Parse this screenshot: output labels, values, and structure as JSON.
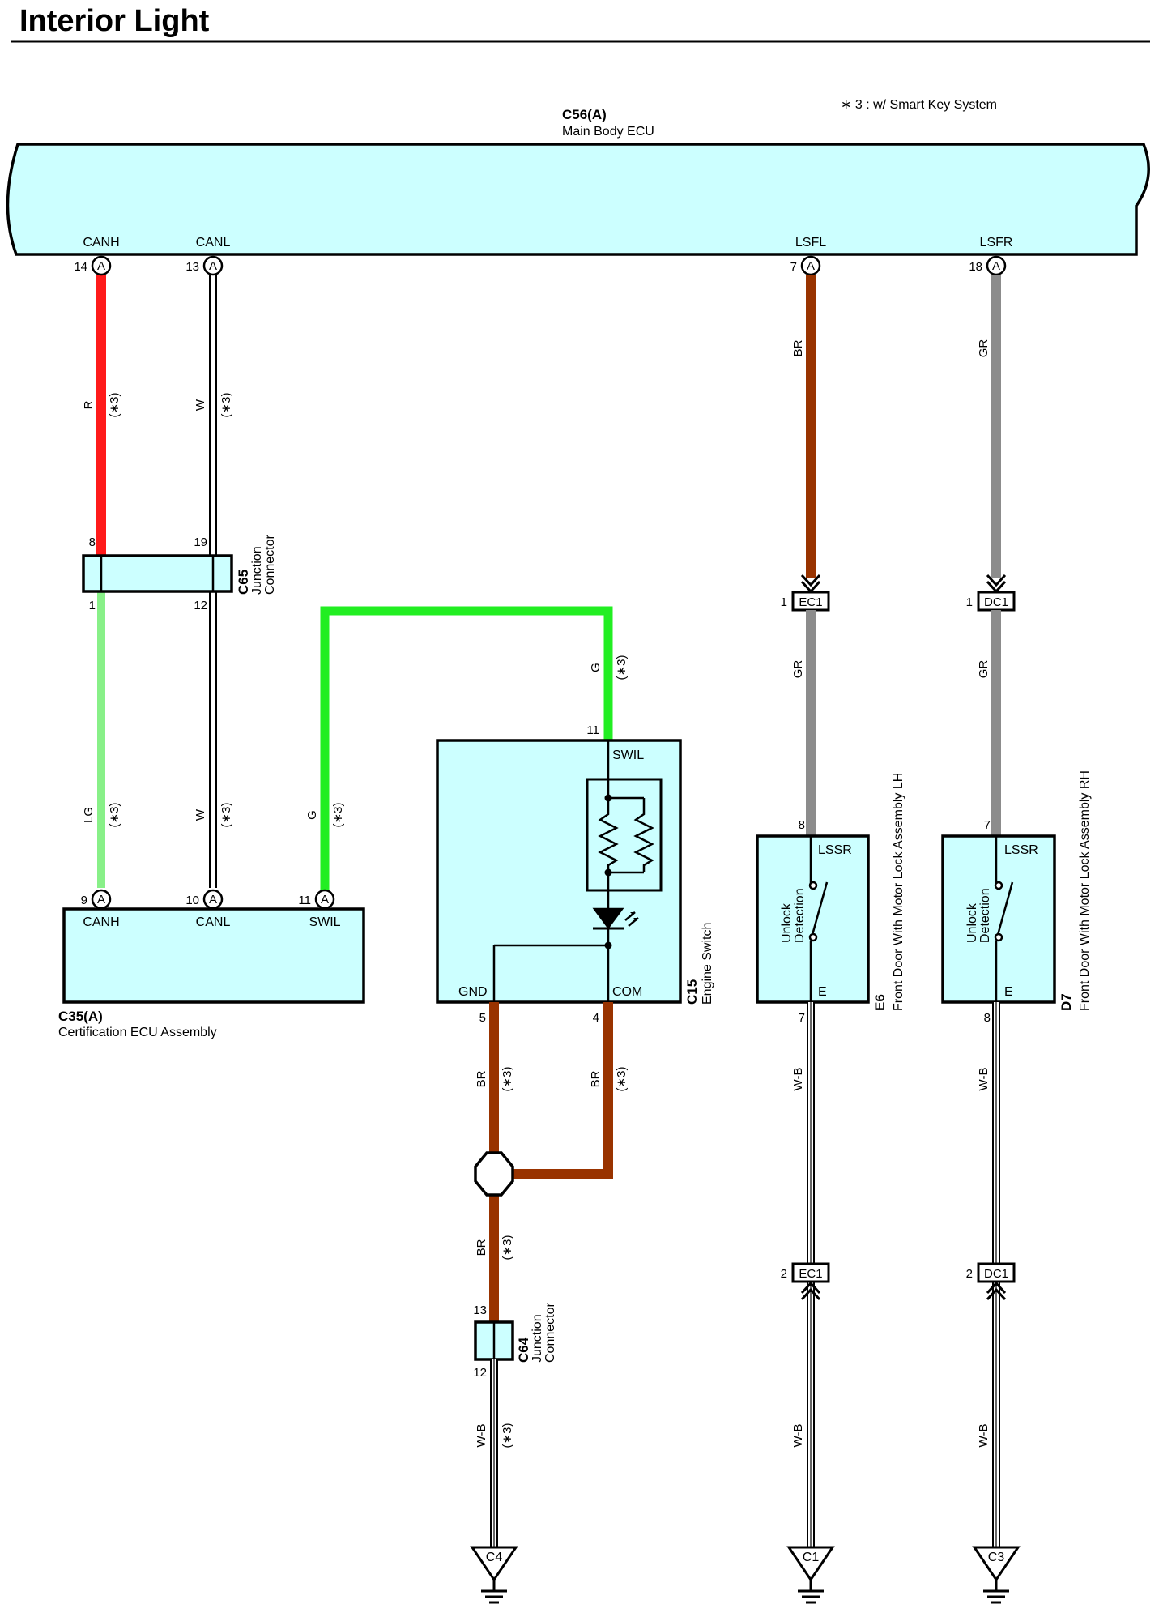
{
  "title": "Interior Light",
  "note": "∗ 3 : w/ Smart Key System",
  "colors": {
    "box_fill": "#ccffff",
    "R": "#ff1a1a",
    "W": "#ffffff",
    "LG": "#88f088",
    "G": "#22ee22",
    "BR": "#993300",
    "GR": "#8c8c8c",
    "W-B": "#ffffff"
  },
  "components": {
    "main_body_ecu": {
      "code": "C56(A)",
      "name": "Main Body ECU",
      "terminals": [
        "CANH",
        "CANL",
        "LSFL",
        "LSFR"
      ],
      "pins": [
        "14",
        "13",
        "7",
        "18"
      ],
      "pin_letter": "A"
    },
    "junction_c65": {
      "code": "C65",
      "name_line1": "Junction",
      "name_line2": "Connector",
      "pins_top": [
        "8",
        "19"
      ],
      "pins_bottom": [
        "1",
        "12"
      ]
    },
    "cert_ecu": {
      "code": "C35(A)",
      "name": "Certification ECU Assembly",
      "terminals": [
        "CANH",
        "CANL",
        "SWIL"
      ],
      "pins": [
        "9",
        "10",
        "11"
      ],
      "pin_letter": "A"
    },
    "engine_switch": {
      "code": "C15",
      "name": "Engine Switch",
      "terminals": [
        "SWIL",
        "GND",
        "COM"
      ],
      "pins": [
        "11",
        "5",
        "4"
      ]
    },
    "junction_c64": {
      "code": "C64",
      "name_line1": "Junction",
      "name_line2": "Connector",
      "pins": [
        "13",
        "12"
      ]
    },
    "door_lh": {
      "code": "E6",
      "name": "Front Door With Motor Lock Assembly LH",
      "terminals": [
        "LSSR",
        "E"
      ],
      "pins": [
        "8",
        "7"
      ],
      "switch_line1": "Unlock",
      "switch_line2": "Detection"
    },
    "door_rh": {
      "code": "D7",
      "name": "Front Door With Motor Lock Assembly RH",
      "terminals": [
        "LSSR",
        "E"
      ],
      "pins": [
        "7",
        "8"
      ],
      "switch_line1": "Unlock",
      "switch_line2": "Detection"
    }
  },
  "connectors": {
    "ec1": {
      "label": "EC1",
      "pins": [
        "1",
        "2"
      ]
    },
    "dc1": {
      "label": "DC1",
      "pins": [
        "1",
        "2"
      ]
    }
  },
  "grounds": [
    "C4",
    "C1",
    "C3"
  ],
  "wires": {
    "canh_upper": {
      "color": "R",
      "note": "(∗3)"
    },
    "canl_upper": {
      "color": "W",
      "note": "(∗3)"
    },
    "canh_lower": {
      "color": "LG",
      "note": "(∗3)"
    },
    "canl_lower": {
      "color": "W",
      "note": "(∗3)"
    },
    "swil_left": {
      "color": "G",
      "note": "(∗3)"
    },
    "swil_right": {
      "color": "G",
      "note": "(∗3)"
    },
    "gnd": {
      "color": "BR",
      "note": "(∗3)"
    },
    "com": {
      "color": "BR",
      "note": "(∗3)"
    },
    "splice_down": {
      "color": "BR",
      "note": "(∗3)"
    },
    "c64_down": {
      "color": "W-B",
      "note": "(∗3)"
    },
    "lsfl_top": {
      "color": "BR"
    },
    "lsfl_mid": {
      "color": "GR"
    },
    "lsfl_bottom_a": {
      "color": "W-B"
    },
    "lsfl_bottom_b": {
      "color": "W-B"
    },
    "lsfr_top": {
      "color": "GR"
    },
    "lsfr_mid": {
      "color": "GR"
    },
    "lsfr_bottom_a": {
      "color": "W-B"
    },
    "lsfr_bottom_b": {
      "color": "W-B"
    }
  }
}
